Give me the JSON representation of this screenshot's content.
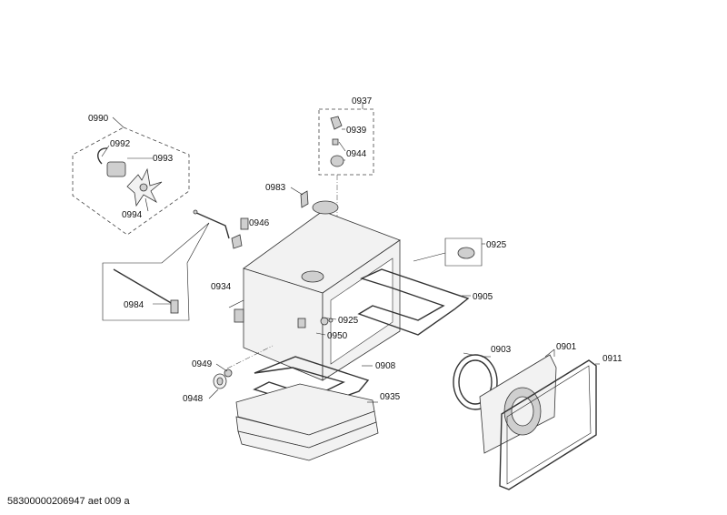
{
  "footer": {
    "document_id": "58300000206947 aet 009 a"
  },
  "labels": {
    "p0990": "0990",
    "p0992": "0992",
    "p0993": "0993",
    "p0994": "0994",
    "p0937": "0937",
    "p0939": "0939",
    "p0944": "0944",
    "p0983": "0983",
    "p0946": "0946",
    "p0925a": "0925",
    "p0934": "0934",
    "p0984": "0984",
    "p0905": "0905",
    "p0925b": "0925",
    "p0950": "0950",
    "p0949": "0949",
    "p0908": "0908",
    "p0948": "0948",
    "p0935": "0935",
    "p0903": "0903",
    "p0901": "0901",
    "p0911": "0911"
  }
}
